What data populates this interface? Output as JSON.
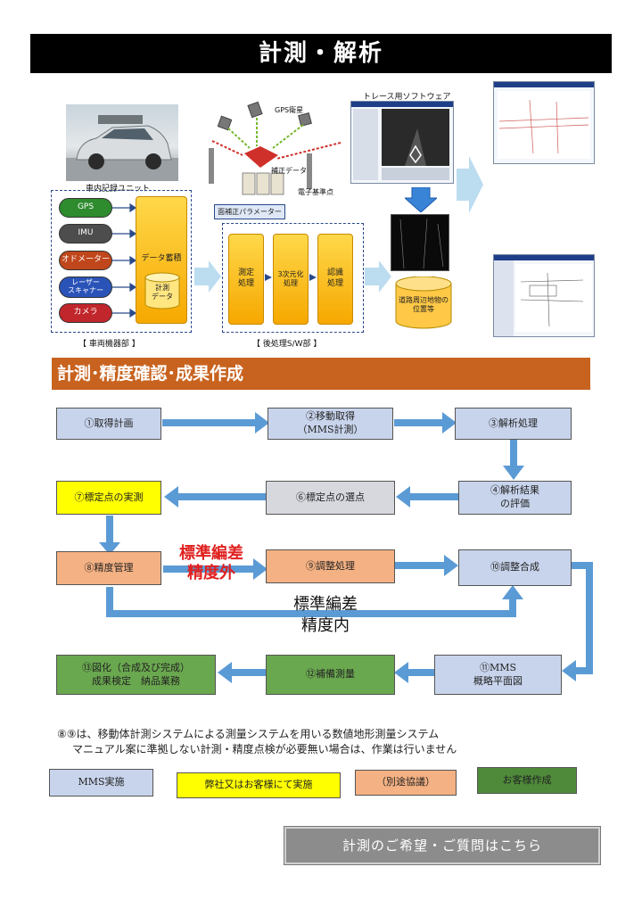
{
  "header": {
    "title": "計測・解析"
  },
  "equipment": {
    "unit_caption": "車内記録ユニット",
    "sensors": [
      "GPS",
      "IMU",
      "オドメーター",
      "レーザー\nスキャナー",
      "カメラ"
    ],
    "data_box": "データ蓄積",
    "db_label": "計測\nデータ",
    "section_caption": "【 車両機器部 】",
    "colors": {
      "gps": "#2e8b2e",
      "imu": "#4d4d4d",
      "odo": "#c0461b",
      "laser": "#2a53b8",
      "camera": "#c0262b"
    }
  },
  "gps_area": {
    "satellite_label": "GPS衛星",
    "correction_label": "補正データ",
    "station_label": "電子基準点"
  },
  "post": {
    "param_label": "面補正パラメーター",
    "steps": [
      "測定\n処理",
      "3次元化\n処理",
      "認識\n処理"
    ],
    "section_caption": "【 後処理S/W部 】"
  },
  "trace": {
    "software_label": "トレース用ソフトウェア",
    "db_label": "道路周辺地物の\n位置等"
  },
  "section": {
    "title": "計測･精度確認･成果作成"
  },
  "flow": {
    "b1": "①取得計画",
    "b2": "②移動取得\n（MMS計測）",
    "b3": "③解析処理",
    "b4": "④解析結果\nの評価",
    "b6": "⑥標定点の選点",
    "b7": "⑦標定点の実測",
    "b8": "⑧精度管理",
    "b9": "⑨調整処理",
    "b10": "⑩調整合成",
    "b11": "⑪MMS\n概略平面図",
    "b12": "⑫補備測量",
    "b13": "⑬図化（合成及び完成）\n成果検定　納品業務",
    "out_label": "標準編差\n精度外",
    "in_label": "標準編差\n精度内"
  },
  "notes": {
    "line1": "⑧⑨は、移動体計測システムによる測量システムを用いる数値地形測量システム",
    "line2": "マニュアル案に準拠しない計測・精度点検が必要無い場合は、作業は行いません"
  },
  "legend": {
    "mms": "MMS実施",
    "ours": "弊社又はお客様にて実施",
    "separate": "（別途協議）",
    "customer": "お客様作成"
  },
  "cta": {
    "label": "計測のご希望・ご質問はこちら"
  }
}
